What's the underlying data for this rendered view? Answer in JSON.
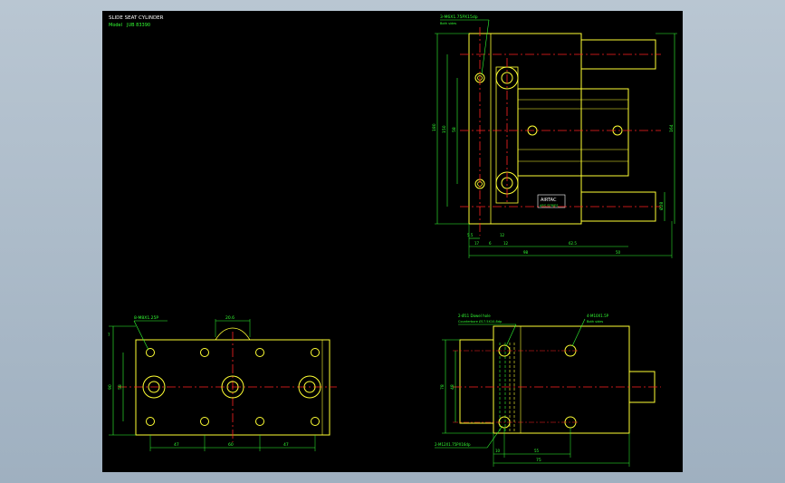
{
  "title_block": {
    "title": "SLIDE SEAT CYLINDER",
    "model_label": "Model",
    "model_value": "JUB 83390"
  },
  "top_right_view": {
    "hole_note": "3-M6X1.75PX15dp",
    "hole_note_sub": "Both sides",
    "dims": {
      "overall_height": "180",
      "inner_height_1": "150",
      "inner_height_2": "58",
      "right_height": "164",
      "rod_dia": "Ø28",
      "bottom_17": "17",
      "bottom_5_5": "5.5",
      "bottom_12a": "12",
      "bottom_12b": "12",
      "bottom_62_5": "62.5",
      "bottom_6": "6",
      "body_len": "98",
      "stroke_len": "50"
    },
    "brand": "AIRTAC",
    "brand_sub": "ARS SERIES"
  },
  "bottom_left_view": {
    "hole_note": "8-M8X1.25P",
    "dims": {
      "top_20_6": "20.6",
      "top_7": "7",
      "left_90": "90",
      "left_58": "58",
      "bottom_47a": "47",
      "bottom_60": "60",
      "bottom_47b": "47"
    }
  },
  "bottom_right_view": {
    "note_left_a": "2-Ø11 Dowel hole",
    "note_left_b": "Counterbore Ø17.5X10.8dp",
    "note_right_a": "4-M10X1.5P",
    "note_right_b": "Both sides",
    "note_bottom": "2-M12X1.75PX16dp",
    "dims": {
      "left_78": "78",
      "left_48": "48",
      "bottom_10": "10",
      "bottom_55": "55",
      "bottom_75": "75"
    }
  },
  "colors": {
    "outline": "#ffff33",
    "dimension": "#33ff33",
    "centerline": "#ff2222",
    "text": "#ffffff",
    "background": "#000000"
  }
}
